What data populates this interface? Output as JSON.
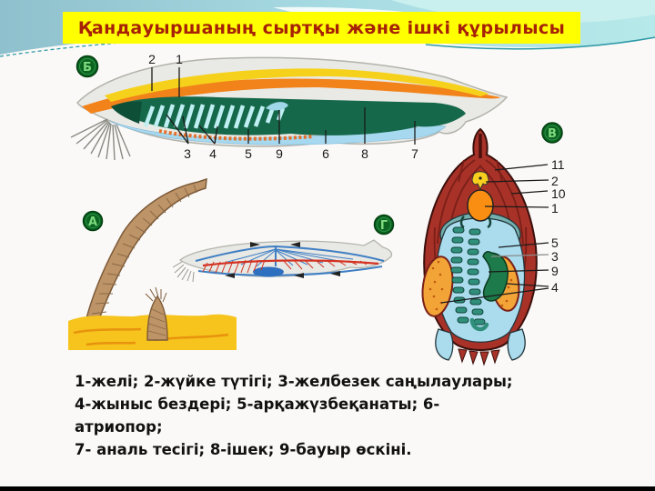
{
  "title": {
    "text": "Қандауыршаның сыртқы және ішкі құрылысы"
  },
  "caption": {
    "lines": [
      "1-желі; 2-жүйке түтігі; 3-желбезек саңылаулары;",
      "4-жыныс бездері; 5-арқажүзбеқанаты; 6-",
      "атриопор;",
      "7- аналь тесігі; 8-ішек; 9-бауыр өскіні."
    ]
  },
  "diagrams": {
    "a": {
      "badge": "А"
    },
    "b": {
      "badge": "Б",
      "n1": "1",
      "n2": "2",
      "n3": "3",
      "n4": "4",
      "n5": "5",
      "n6": "6",
      "n7": "7",
      "n8": "8",
      "n9": "9"
    },
    "g": {
      "badge": "Г"
    },
    "v": {
      "badge": "В",
      "n1": "1",
      "n2": "2",
      "n3": "3",
      "n4": "4",
      "n5": "5",
      "n9": "9",
      "n10": "10",
      "n11": "11"
    }
  },
  "colors": {
    "title-bg": "#ffff00",
    "title-color": "#a62105",
    "caption-color": "#111111",
    "content-bg": "#faf9f7",
    "bottom-bar": "#000000",
    "badge-bg": "#0a6420",
    "badge-color": "#7ed87e",
    "header-blue": "#8fc0cd",
    "header-cyan": "#b6e9e9",
    "notochord-orange": "#f2821a",
    "nerve-yellow": "#f6d11c",
    "pharynx-green": "#16684b",
    "muscle-red": "#a83228",
    "cavity-blue": "#a6d9f0"
  }
}
